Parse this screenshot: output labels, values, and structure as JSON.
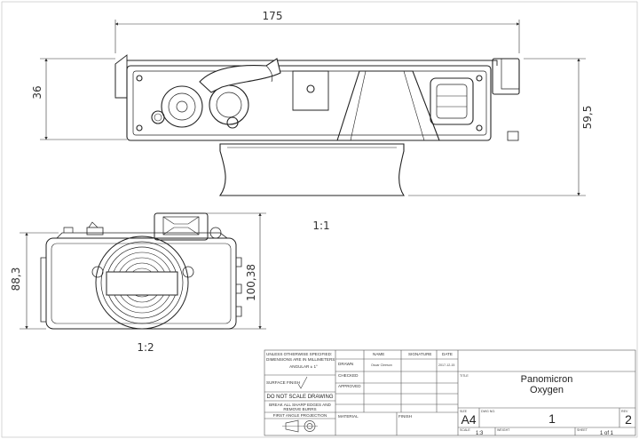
{
  "drawing": {
    "top_view": {
      "scale_label": "1:1",
      "dimensions": {
        "width": "175",
        "height_left": "36",
        "height_right": "59,5"
      }
    },
    "front_view": {
      "scale_label": "1:2",
      "dimensions": {
        "width": "88,3",
        "height": "100,38"
      }
    }
  },
  "title_block": {
    "general_notes": {
      "line1": "UNLESS OTHERWISE SPECIFIED:",
      "line2": "DIMENSIONS ARE IN MILLIMETERS",
      "angular": "ANGULAR ± 1°",
      "surface_finish": "SURFACE FINISH",
      "do_not_scale": "DO NOT SCALE DRAWING",
      "break_edges_1": "BREAK ALL SHARP EDGES AND",
      "break_edges_2": "REMOVE BURRS",
      "projection": "FIRST ANGLE PROJECTION"
    },
    "headers": {
      "name": "NAME",
      "signature": "SIGNATURE",
      "date": "DATE"
    },
    "rows": {
      "drawn": "DRAWN",
      "checked": "CHECKED",
      "approved": "APPROVED",
      "material": "MATERIAL",
      "finish": "FINISH"
    },
    "drawn_by": "Oscar Cleeson",
    "drawn_date": "2017-12-15",
    "title_label": "TITLE",
    "title_line1": "Panomicron",
    "title_line2": "Oxygen",
    "size_label": "SIZE",
    "size": "A4",
    "dwg_no_label": "DWG NO.",
    "dwg_no": "1",
    "rev_label": "REV",
    "rev": "2",
    "scale_label": "SCALE",
    "scale": "1:3",
    "weight_label": "WEIGHT",
    "sheet_label": "SHEET",
    "sheet": "1 of 1"
  }
}
